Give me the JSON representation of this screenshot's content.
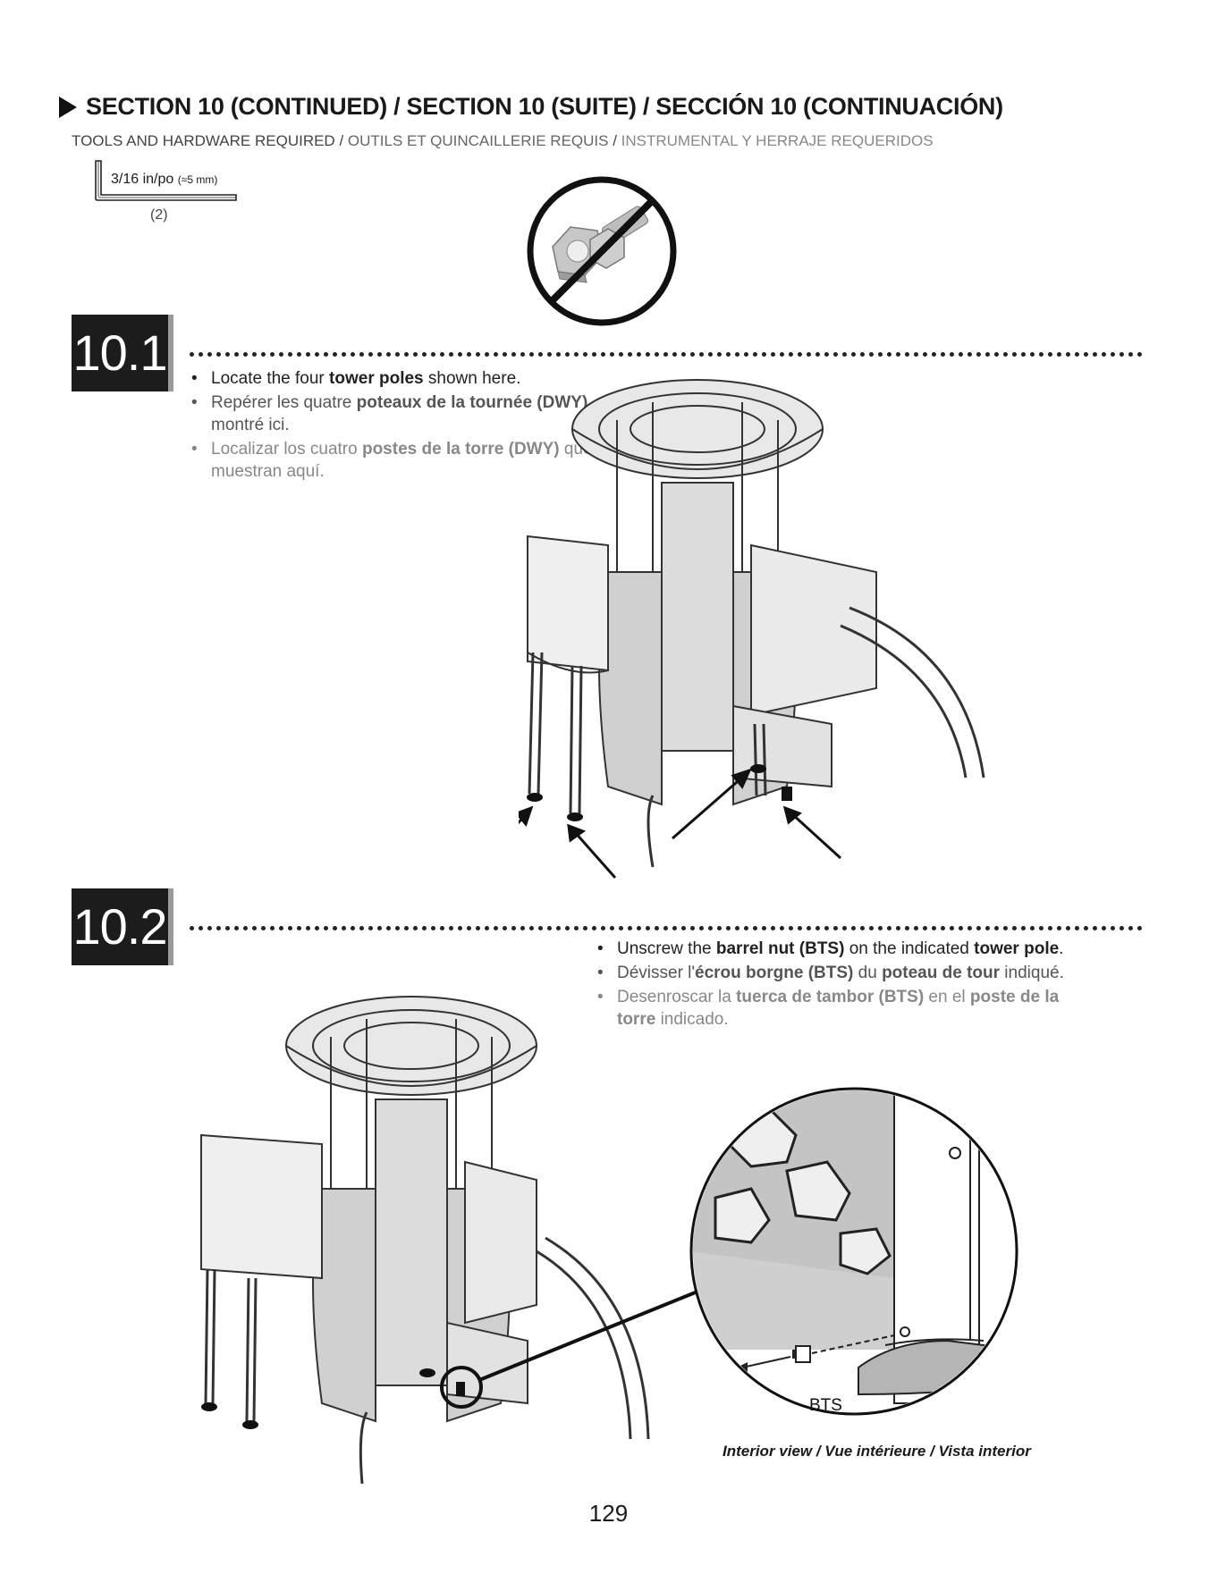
{
  "header": {
    "title": "SECTION 10 (CONTINUED) / SECTION 10 (SUITE) / SECCIÓN 10 (CONTINUACIÓN)",
    "tools_en": "TOOLS AND HARDWARE REQUIRED",
    "tools_fr": "OUTILS ET QUINCAILLERIE REQUIS",
    "tools_es": "INSTRUMENTAL Y HERRAJE REQUERIDOS",
    "separator": " / "
  },
  "tool": {
    "size": "3/16 in/po",
    "metric": "(≈5 mm)",
    "quantity": "(2)",
    "icon": "hex-key-icon"
  },
  "no_nut_icon": "no-nut-bolt-icon",
  "step1": {
    "number": "10.1",
    "en_pre": "Locate the four ",
    "en_bold": "tower poles",
    "en_post": " shown here.",
    "fr_pre": "Repérer les quatre ",
    "fr_bold": "poteaux de la tournée (DWY)",
    "fr_post": " montré ici.",
    "es_pre": "Localizar los cuatro ",
    "es_bold": "postes de la torre (DWY)",
    "es_post": " que se muestran aquí."
  },
  "step2": {
    "number": "10.2",
    "en_pre": "Unscrew the ",
    "en_bold1": "barrel nut (BTS)",
    "en_mid": " on the indicated ",
    "en_bold2": "tower pole",
    "en_post": ".",
    "fr_pre": "Dévisser l'",
    "fr_bold1": "écrou borgne (BTS)",
    "fr_mid": " du ",
    "fr_bold2": "poteau de tour",
    "fr_post": " indiqué.",
    "es_pre": "Desenroscar la ",
    "es_bold1": "tuerca de tambor (BTS)",
    "es_mid": " en el ",
    "es_bold2": "poste de la torre",
    "es_post": " indicado.",
    "part_label": "BTS",
    "caption": "Interior view / Vue intérieure / Vista interior"
  },
  "page_number": "129"
}
